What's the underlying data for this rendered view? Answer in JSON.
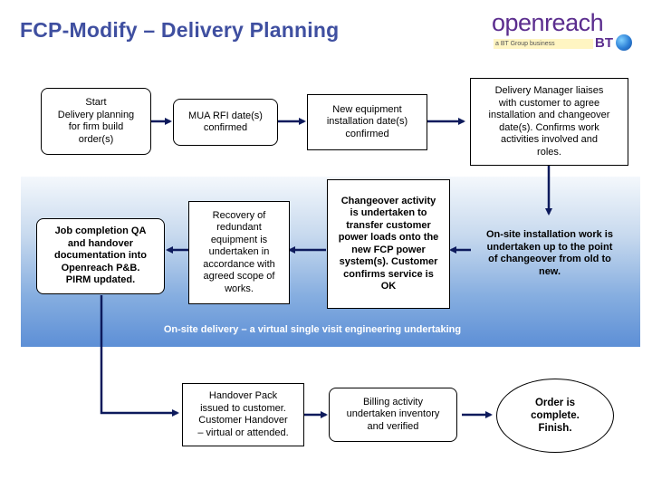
{
  "title": "FCP-Modify – Delivery Planning",
  "logo": {
    "word": "openreach",
    "sub": "a BT Group business",
    "bt": "BT"
  },
  "steps": {
    "start": "Start\nDelivery planning\nfor firm build\norder(s)",
    "mua": "MUA RFI date(s)\nconfirmed",
    "new_equipment": "New equipment\ninstallation date(s)\nconfirmed",
    "delivery_manager": "Delivery Manager liaises\nwith customer to agree\ninstallation and changeover\ndate(s). Confirms work\nactivities involved and\nroles.",
    "onsite_install": "On-site installation work is\nundertaken up to the point\nof changeover from old to\nnew.",
    "changeover": "Changeover activity\nis undertaken to\ntransfer customer\npower loads onto the\nnew FCP power\nsystem(s). Customer\nconfirms service is\nOK",
    "recovery": "Recovery of\nredundant\nequipment is\nundertaken in\naccordance with\nagreed scope of\nworks.",
    "job_completion": "Job completion QA\nand handover\ndocumentation into\nOpenreach P&B.\nPIRM updated.",
    "handover": "Handover Pack\nissued to customer.\nCustomer Handover\n– virtual or attended.",
    "billing": "Billing activity\nundertaken inventory\nand verified",
    "complete": "Order is\ncomplete.\nFinish."
  },
  "banner": "On-site delivery – a virtual single visit engineering undertaking",
  "colors": {
    "title": "#3f4fa0",
    "arrow": "#0d1a5c",
    "band_top": "#f4f8fc",
    "band_bottom": "#5d8fd6",
    "logo": "#5b2d8e"
  }
}
